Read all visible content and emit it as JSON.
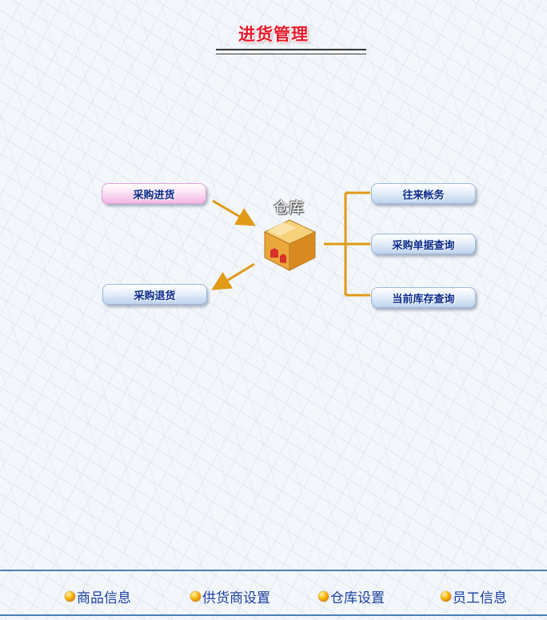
{
  "page": {
    "title": "进货管理"
  },
  "diagram": {
    "center_label": "仓库",
    "left_buttons": {
      "purchase_in": "采购进货",
      "purchase_return": "采购退货"
    },
    "right_buttons": {
      "accounts": "往来帐务",
      "purchase_doc_query": "采购单据查询",
      "stock_query": "当前库存查询"
    }
  },
  "footer": {
    "items": [
      {
        "label": "商品信息",
        "icon": "orange-orb-icon"
      },
      {
        "label": "供货商设置",
        "icon": "orange-orb-icon"
      },
      {
        "label": "仓库设置",
        "icon": "orange-orb-icon"
      },
      {
        "label": "员工信息",
        "icon": "orange-orb-icon"
      }
    ]
  },
  "colors": {
    "title": "#e8182a",
    "button_text": "#0b2a8a",
    "connector": "#e09a16",
    "footer_text": "#1b3fa0",
    "footer_rule": "#4a7fb5"
  }
}
